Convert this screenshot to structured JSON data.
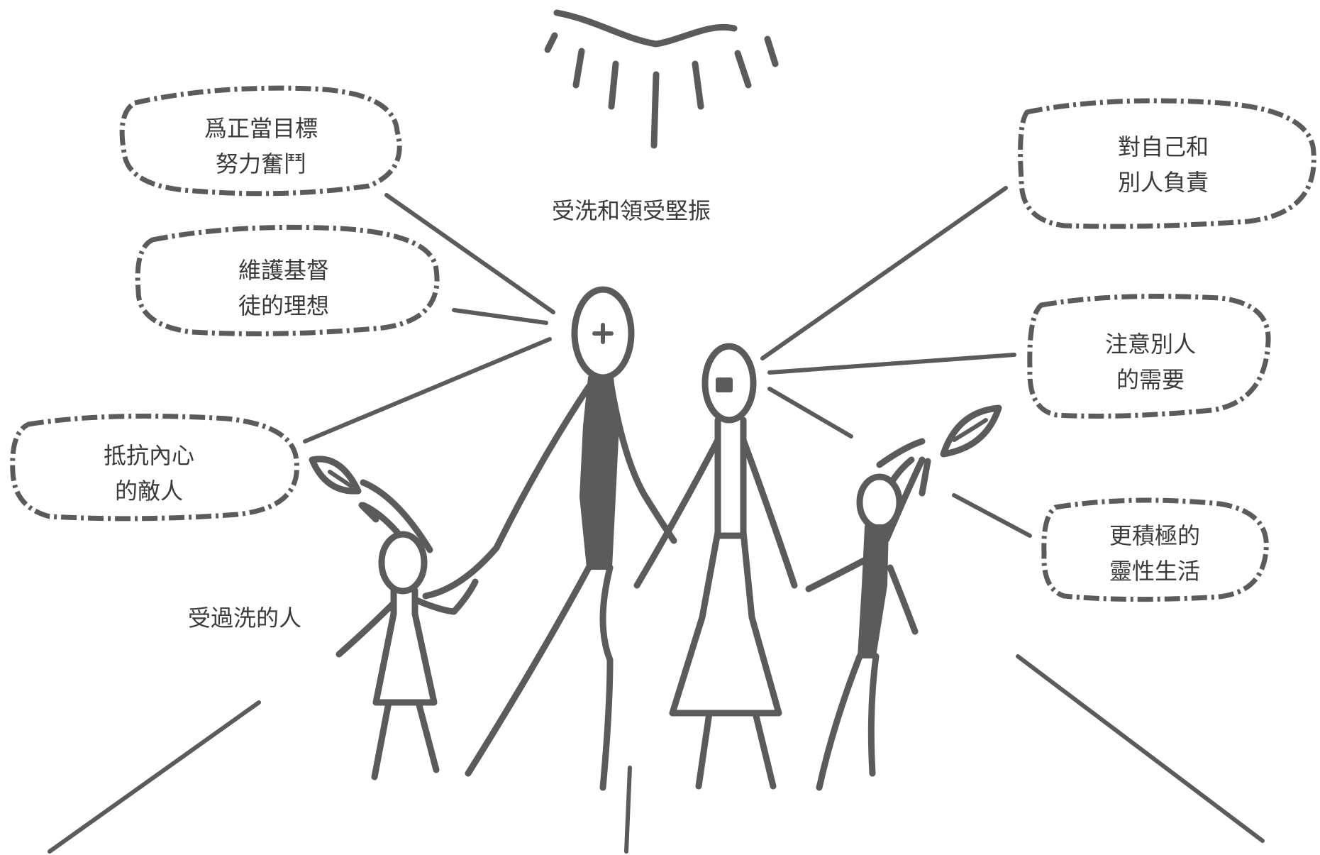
{
  "caption_top": "受洗和領受堅振",
  "caption_left": "受過洗的人",
  "clouds": {
    "c1": [
      "爲正當目標",
      "努力奮鬥"
    ],
    "c2": [
      "維護基督",
      "徒的理想"
    ],
    "c3": [
      "抵抗內心",
      "的敵人"
    ],
    "c4": [
      "對自己和",
      "別人負責"
    ],
    "c5": [
      "注意別人",
      "的需要"
    ],
    "c6": [
      "更積極的",
      "靈性生活"
    ]
  }
}
